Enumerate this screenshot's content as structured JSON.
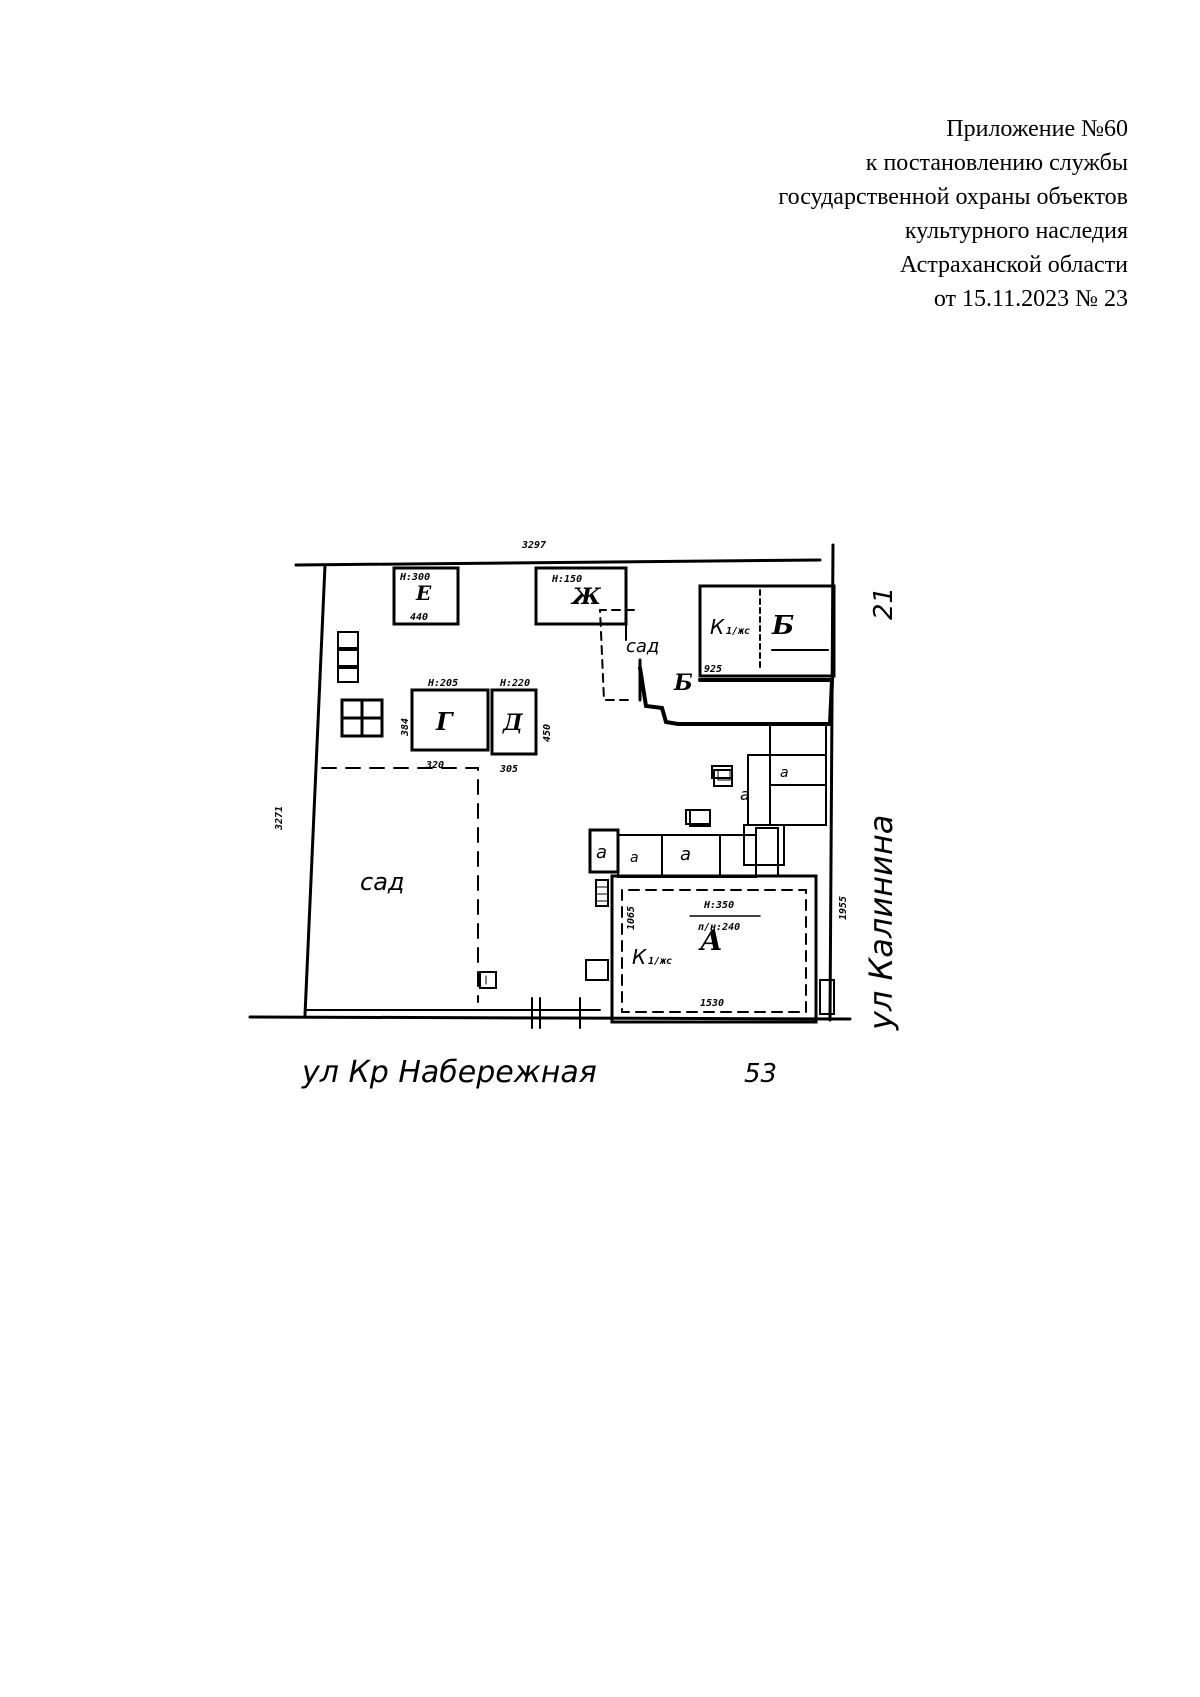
{
  "header": {
    "line1": "Приложение №60",
    "line2": "к постановлению службы",
    "line3": "государственной охраны объектов",
    "line4": "культурного наследия",
    "line5": "Астраханской области",
    "line6": "от 15.11.2023 № 23"
  },
  "plan": {
    "street_bottom": "ул Кр Набережная",
    "house_bottom": "53",
    "street_right": "ул Калинина",
    "house_right": "21",
    "dim_top": "3297",
    "dim_left": "3271",
    "garden_label": "сад",
    "garden_small_label": "сад",
    "building_A": "А",
    "building_B": "Б",
    "building_B2": "Б",
    "building_G": "Г",
    "building_D": "Д",
    "building_E": "Е",
    "building_Zh": "Ж",
    "annex_a": "а",
    "annex_a2": "а",
    "annex_a3": "а",
    "annex_a4": "а",
    "annex_a5": "а",
    "mark_k1": "К",
    "mark_k1_frac": "1/жс",
    "mark_k2": "К",
    "mark_k2_frac": "1/жс",
    "h_A": "Н:350",
    "h_A2": "п/н:240",
    "h_G": "Н:205",
    "h_D": "Н:220",
    "h_E": "Н:300",
    "h_Zh": "Н:150",
    "dim_A_bottom": "1530",
    "dim_A_left": "1065",
    "dim_right": "1955",
    "dim_G_bottom": "320",
    "dim_G_left": "384",
    "dim_D_bottom": "305",
    "dim_D_right": "450",
    "dim_E_bottom": "440",
    "dim_B": "925"
  }
}
